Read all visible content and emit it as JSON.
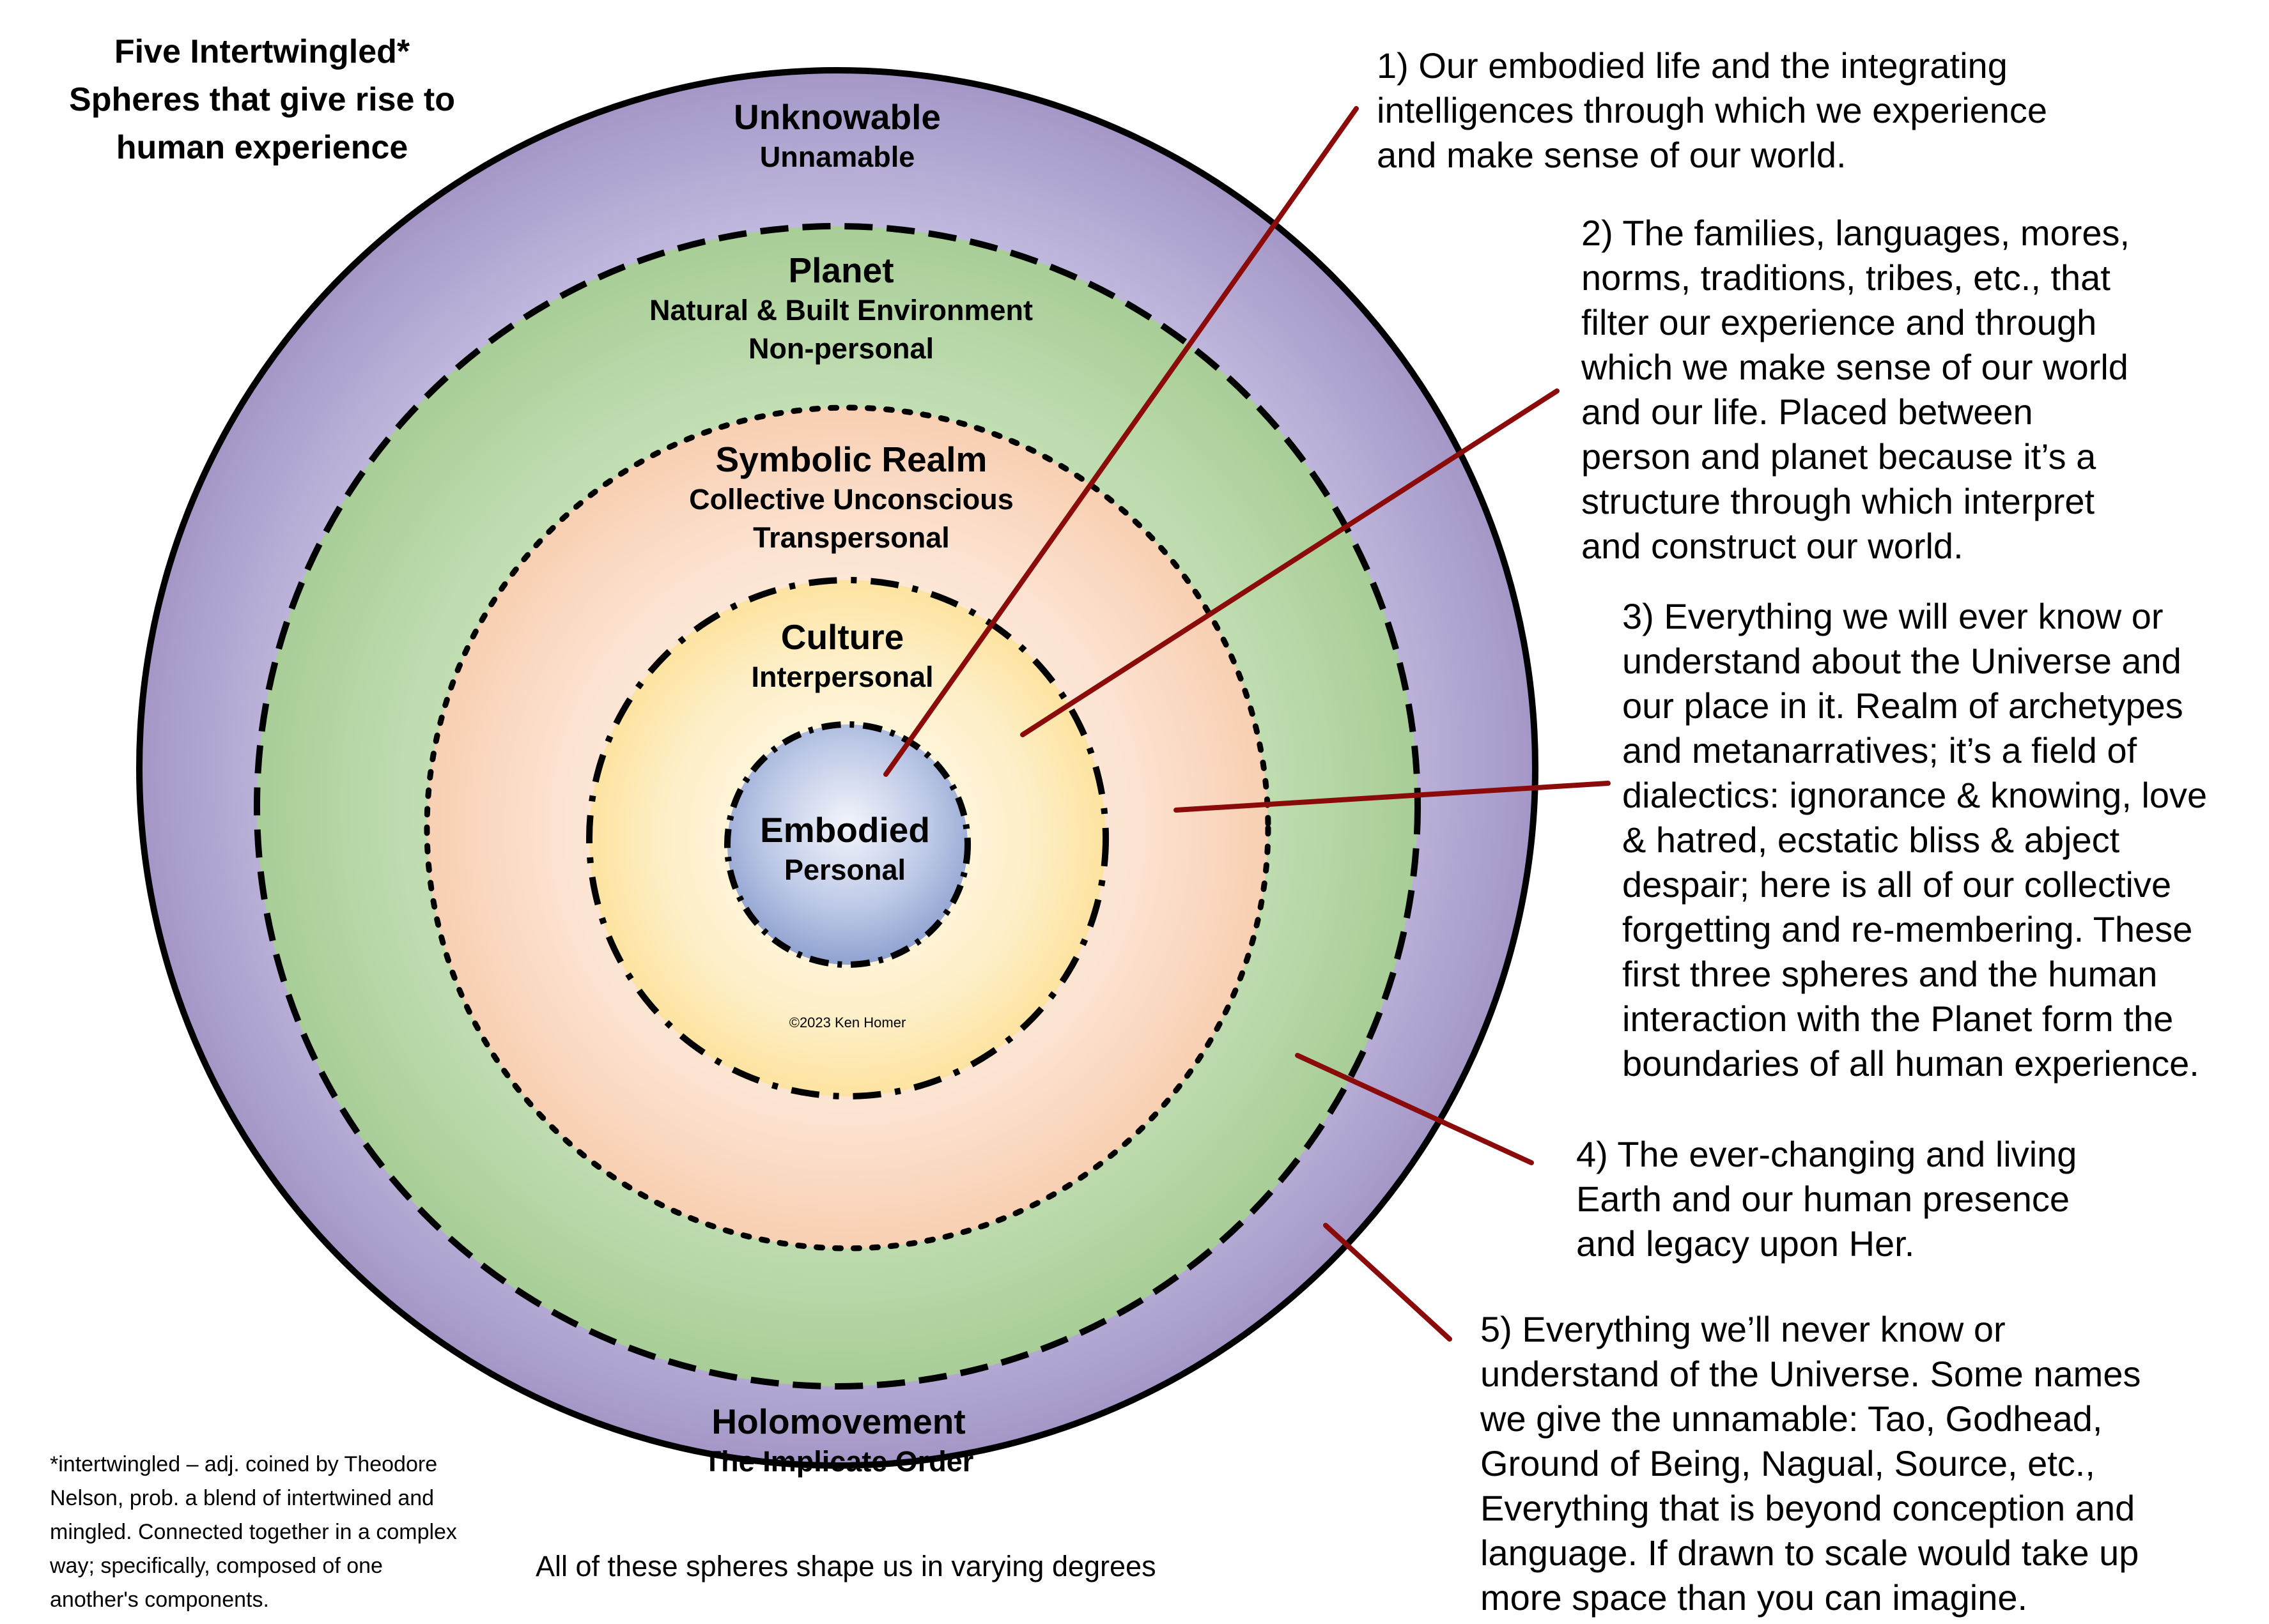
{
  "title": {
    "line1": "Five Intertwingled*",
    "line2": "Spheres that give rise to",
    "line3": "human experience"
  },
  "spheres": {
    "unknowable": {
      "name": "Unknowable",
      "sub": "Unnamable"
    },
    "holomovement": {
      "name": "Holomovement",
      "sub": "The Implicate Order"
    },
    "planet": {
      "name": "Planet",
      "sub1": "Natural & Built Environment",
      "sub2": "Non-personal"
    },
    "symbolic": {
      "name": "Symbolic Realm",
      "sub1": "Collective Unconscious",
      "sub2": "Transpersonal"
    },
    "culture": {
      "name": "Culture",
      "sub": "Interpersonal"
    },
    "embodied": {
      "name": "Embodied",
      "sub": "Personal"
    }
  },
  "copyright": "©2023 Ken Homer",
  "notes": [
    {
      "lines": [
        "1) Our embodied life and the integrating",
        "intelligences through which we experience",
        "and make sense of our world."
      ]
    },
    {
      "lines": [
        "2) The families, languages, mores,",
        "norms, traditions, tribes, etc., that",
        "filter our experience and through",
        "which we make sense of our world",
        "and our life. Placed between",
        "person and planet because it’s a",
        "structure through which interpret",
        "and construct our world."
      ]
    },
    {
      "lines": [
        "3) Everything we will ever know or",
        "understand about the Universe and",
        "our place in it. Realm of archetypes",
        "and metanarratives; it’s a field of",
        "dialectics: ignorance & knowing, love",
        "& hatred, ecstatic bliss & abject",
        "despair; here is all of our collective",
        "forgetting and re-membering. These",
        "first three spheres and the human",
        "interaction with the Planet form the",
        "boundaries of all human experience."
      ]
    },
    {
      "lines": [
        "4) The ever-changing and living",
        "Earth and our human presence",
        "and legacy upon Her."
      ]
    },
    {
      "lines": [
        "5) Everything we’ll never know or",
        "understand of the Universe. Some names",
        "we give the unnamable: Tao, Godhead,",
        "Ground of Being, Nagual, Source, etc.,",
        "Everything that is beyond conception and",
        "language. If drawn to scale would take up",
        "more space than you can imagine."
      ]
    }
  ],
  "footnote": {
    "lines": [
      "*intertwingled – adj. coined  by Theodore",
      "Nelson, prob. a blend of intertwined and",
      "mingled. Connected together in a complex",
      "way; specifically, composed of one",
      "another's components."
    ]
  },
  "caption": "All of these spheres shape us in varying degrees",
  "colors": {
    "outer_ring": "#a89ccb",
    "planet_ring": "#a9cf98",
    "symbolic_ring": "#f9d3b8",
    "culture_ring": "#fde6a6",
    "embodied_core": "#9dafd6",
    "leader_line": "#8b0a0a"
  }
}
